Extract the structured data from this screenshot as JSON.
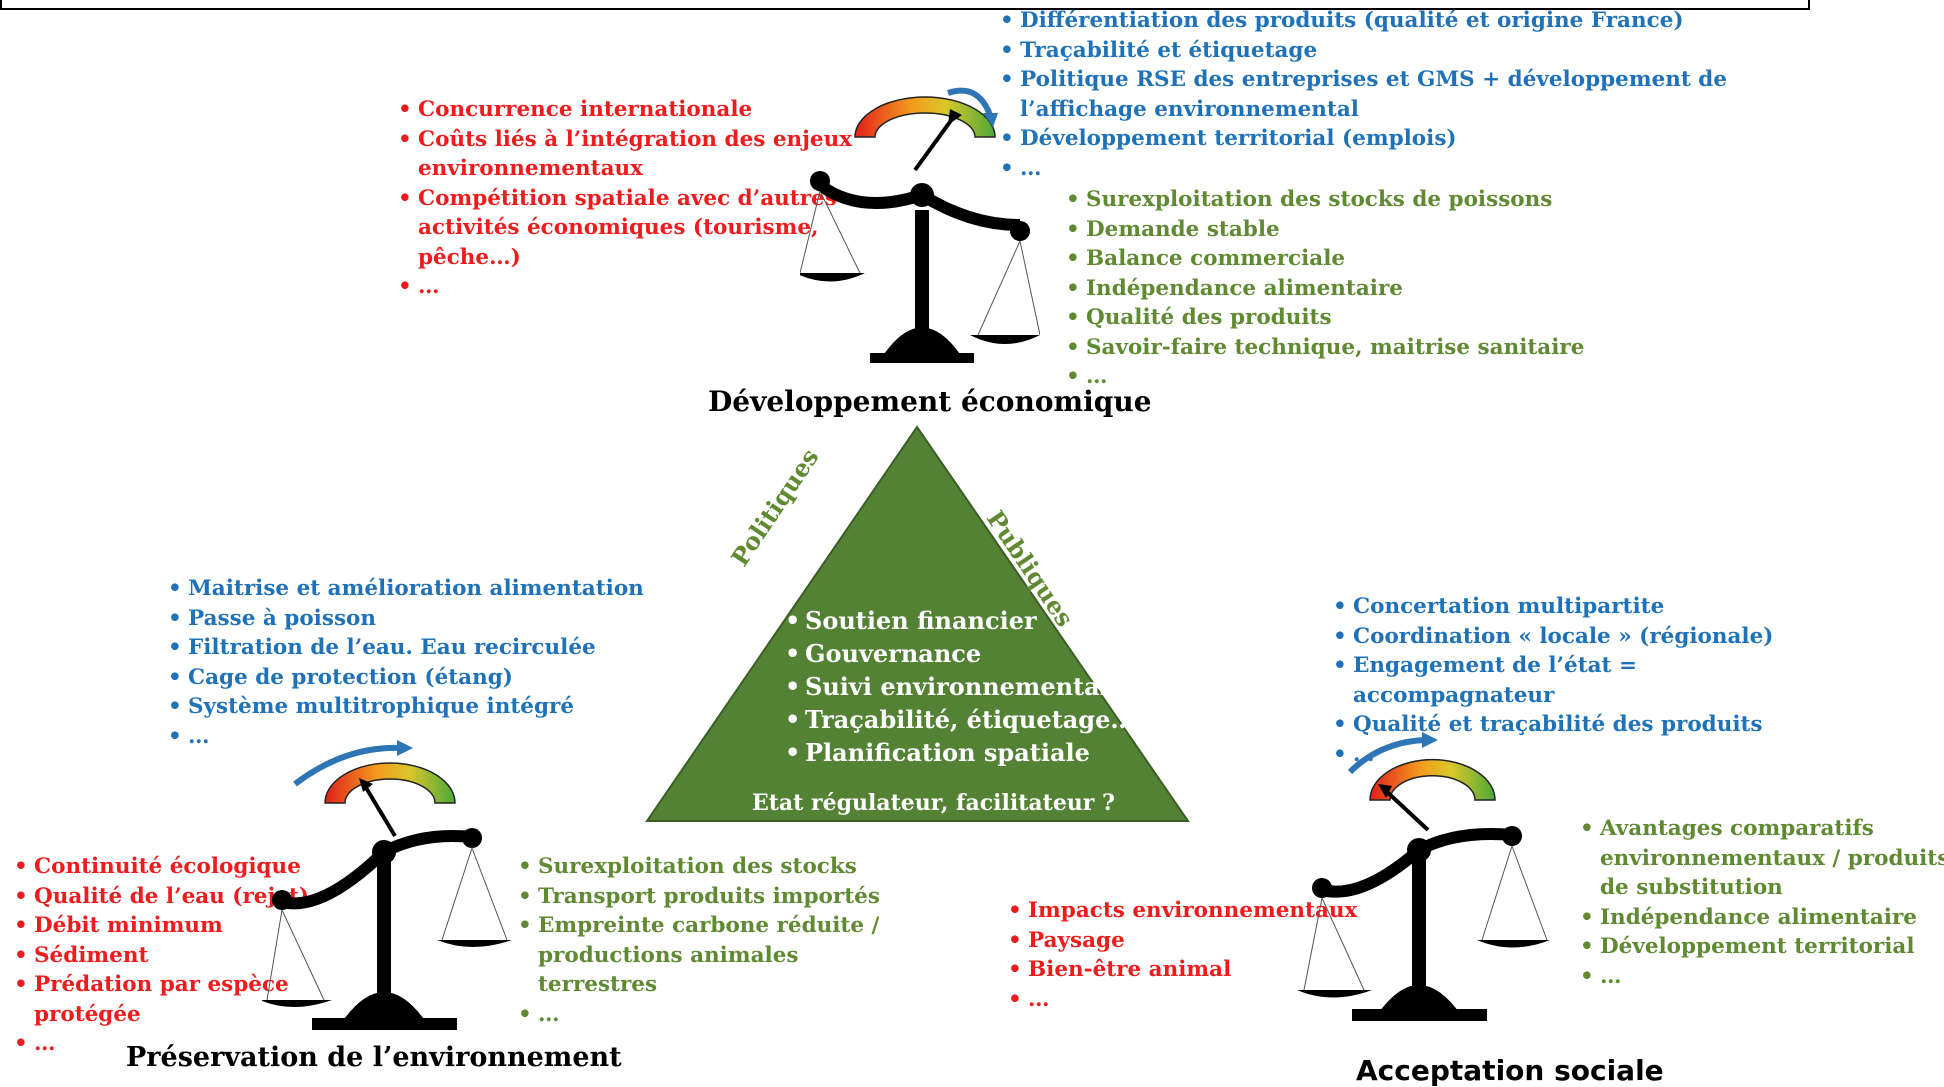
{
  "eco": {
    "title": "Développement économique",
    "constraints": [
      "Concurrence internationale",
      "Coûts liés à l’intégration des enjeux",
      "environnementaux",
      "Compétition spatiale avec d’autres",
      "activités économiques (tourisme,",
      "pêche…)",
      "…"
    ],
    "levers": [
      "Différentiation des produits (qualité et origine France)",
      "Traçabilité et étiquetage",
      "Politique RSE des entreprises et GMS + développement de",
      "l’affichage environnemental",
      "Développement territorial (emplois)",
      "…"
    ],
    "assets": [
      "Surexploitation des stocks de poissons",
      "Demande stable",
      "Balance commerciale",
      "Indépendance alimentaire",
      "Qualité des produits",
      "Savoir-faire technique, maitrise sanitaire",
      "…"
    ]
  },
  "env": {
    "title": "Préservation de l’environnement",
    "levers": [
      "Maitrise et amélioration alimentation",
      "Passe à poisson",
      "Filtration de l’eau. Eau recirculée",
      "Cage de protection (étang)",
      "Système multitrophique intégré",
      "…"
    ],
    "constraints": [
      "Continuité écologique",
      "Qualité de l’eau (rejet)",
      "Débit minimum",
      "Sédiment",
      "Prédation par espèce",
      "protégée",
      "…"
    ],
    "assets": [
      "Surexploitation des stocks",
      "Transport produits importés",
      "Empreinte carbone réduite /",
      "productions animales",
      "terrestres",
      "…"
    ]
  },
  "soc": {
    "title": "Acceptation sociale",
    "levers": [
      "Concertation multipartite",
      "Coordination « locale » (régionale)",
      "Engagement de l’état =",
      "accompagnateur",
      "Qualité et traçabilité des produits",
      "…"
    ],
    "constraints": [
      "Impacts environnementaux",
      "Paysage",
      "Bien-être animal",
      "…"
    ],
    "assets": [
      "Avantages comparatifs",
      "environnementaux / produits",
      "de substitution",
      "Indépendance alimentaire",
      "Développement territorial",
      "…"
    ]
  },
  "center": {
    "label_left": "Politiques",
    "label_right": "Publiques",
    "items": [
      "Soutien financier",
      "Gouvernance",
      "Suivi environnemental",
      "Traçabilité, étiquetage…",
      "Planification spatiale"
    ],
    "footer": "Etat régulateur, facilitateur ?"
  },
  "colors": {
    "red": "#ee1c1c",
    "blue": "#1f72b8",
    "green": "#5f8a32",
    "triangle": "#548235"
  }
}
